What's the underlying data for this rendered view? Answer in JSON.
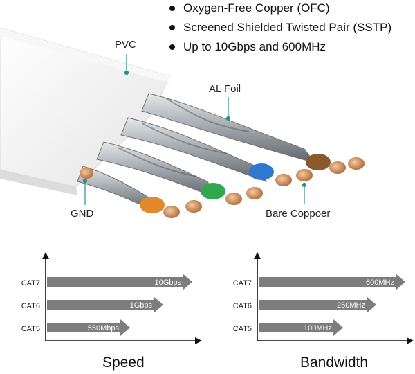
{
  "features": [
    "Oxygen-Free Copper (OFC)",
    "Screened Shielded Twisted Pair (SSTP)",
    "Up to 10Gbps and 600MHz"
  ],
  "callouts": {
    "pvc": "PVC",
    "al_foil": "AL Foil",
    "gnd": "GND",
    "bare_copper": "Bare Coppoer"
  },
  "colors": {
    "arrow_fill": "#7d7d7d",
    "arrow_text": "#ffffff",
    "callout_line": "#2a8f8a",
    "cable_white": "#f2f2f2",
    "foil_gray": "#9aa0a6",
    "copper": "#c8875a",
    "wire_orange": "#e08a2c",
    "wire_green": "#2fa84f",
    "wire_blue": "#2f78d0",
    "wire_brown": "#8a5a2b"
  },
  "chart_data": [
    {
      "type": "bar",
      "title": "Speed",
      "categories": [
        "CAT7",
        "CAT6",
        "CAT5"
      ],
      "values": [
        10000,
        1000,
        550
      ],
      "value_labels": [
        "10Gbps",
        "1Gbps",
        "550Mbps"
      ]
    },
    {
      "type": "bar",
      "title": "Bandwidth",
      "categories": [
        "CAT7",
        "CAT6",
        "CAT5"
      ],
      "values": [
        600,
        250,
        100
      ],
      "value_labels": [
        "600MHz",
        "250MHz",
        "100MHz"
      ]
    }
  ]
}
